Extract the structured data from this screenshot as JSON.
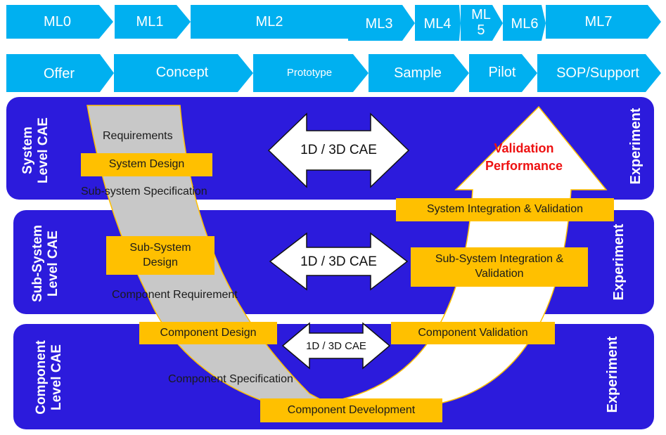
{
  "colors": {
    "chevron": "#00b0f0",
    "panel": "#2c1bdc",
    "box": "#ffc000",
    "gray_arrow": "#c8c8c8",
    "validation_text": "#ee1111"
  },
  "maturity_levels": [
    {
      "label": "ML0"
    },
    {
      "label": "ML1"
    },
    {
      "label": "ML2"
    },
    {
      "label": "ML3"
    },
    {
      "label": "ML4"
    },
    {
      "label": "ML\n5"
    },
    {
      "label": "ML6"
    },
    {
      "label": "ML7"
    }
  ],
  "phases": [
    {
      "label": "Offer"
    },
    {
      "label": "Concept"
    },
    {
      "label": "Prototype"
    },
    {
      "label": "Sample"
    },
    {
      "label": "Pilot"
    },
    {
      "label": "SOP/Support"
    }
  ],
  "levels": {
    "system": {
      "title": "System\nLevel CAE",
      "experiment": "Experiment",
      "cae": "1D / 3D CAE"
    },
    "subsystem": {
      "title": "Sub-System\nLevel CAE",
      "experiment": "Experiment",
      "cae": "1D / 3D CAE"
    },
    "component": {
      "title": "Component\nLevel CAE",
      "experiment": "Experiment",
      "cae": "1D / 3D CAE"
    }
  },
  "design": {
    "requirements": "Requirements",
    "system_design": "System Design",
    "subsystem_spec": "Sub-system  Specification",
    "subsystem_design": "Sub-System\nDesign",
    "component_requirement": "Component  Requirement",
    "component_design": "Component Design",
    "component_spec": "Component  Specification",
    "component_development": "Component Development"
  },
  "validation": {
    "performance": "Validation\nPerformance",
    "system_integration": "System Integration & Validation",
    "subsystem_integration": "Sub-System Integration &\nValidation",
    "component_validation": "Component Validation"
  }
}
